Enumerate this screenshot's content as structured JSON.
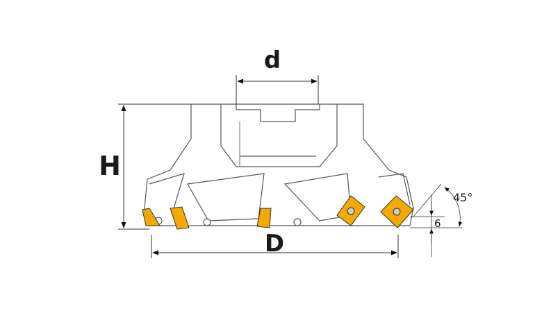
{
  "dimensions": {
    "bore_diameter": "d",
    "height": "H",
    "cutter_diameter": "D",
    "lead_angle": "45°",
    "max_depth": "6"
  },
  "colors": {
    "insert": "#f2a900",
    "line": "#333333",
    "body_fill": "#ffffff"
  }
}
